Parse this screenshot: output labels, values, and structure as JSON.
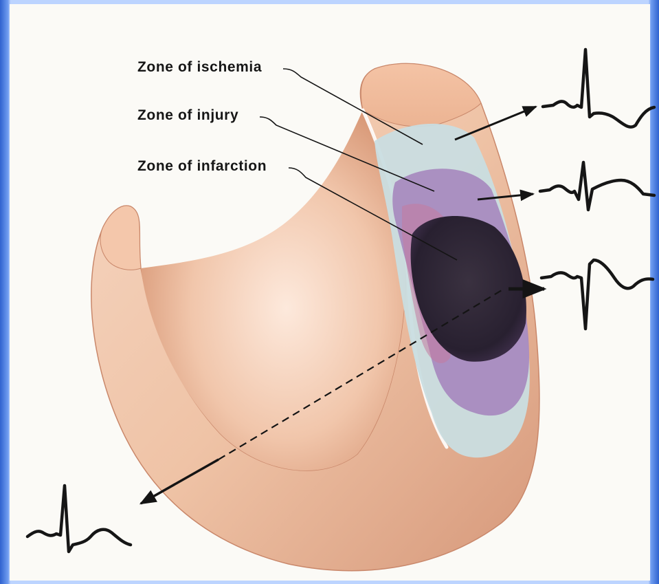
{
  "labels": {
    "ischemia": "Zone of ischemia",
    "injury": "Zone of injury",
    "infarction": "Zone of infarction"
  },
  "colors": {
    "tissue": "#f0c8ad",
    "ischemia_zone": "#c9dde0",
    "injury_zone": "#a88bbf",
    "infarction_zone": "#2e2533",
    "ink": "#141414"
  }
}
